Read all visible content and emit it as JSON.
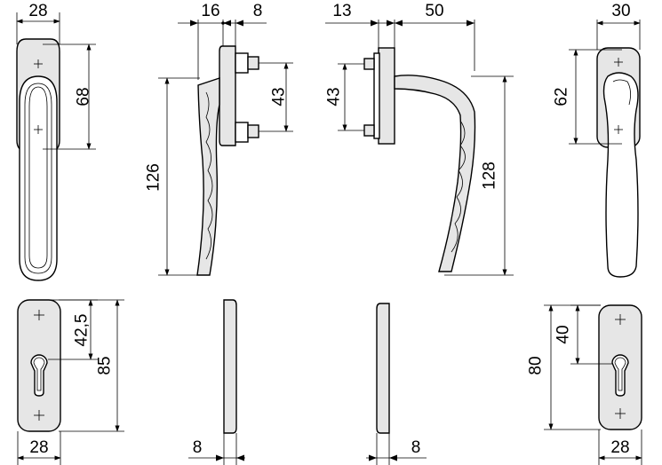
{
  "dimensions": {
    "front_handle_width": "28",
    "front_handle_hole_spacing": "68",
    "side_rose_depth": "16",
    "side_pin_offset": "8",
    "side_pin_spacing": "43",
    "side_total_height": "126",
    "profile_rose_depth": "13",
    "profile_projection": "50",
    "profile_pin_spacing": "43",
    "profile_total_height": "128",
    "right_handle_width": "30",
    "right_hole_spacing": "62",
    "plate_left_hole_to_cylinder": "42,5",
    "plate_left_height": "85",
    "plate_left_width": "28",
    "plate_side_left_thickness": "8",
    "plate_side_right_thickness": "8",
    "plate_right_height": "80",
    "plate_right_hole_to_cylinder": "40",
    "plate_right_width": "28"
  }
}
